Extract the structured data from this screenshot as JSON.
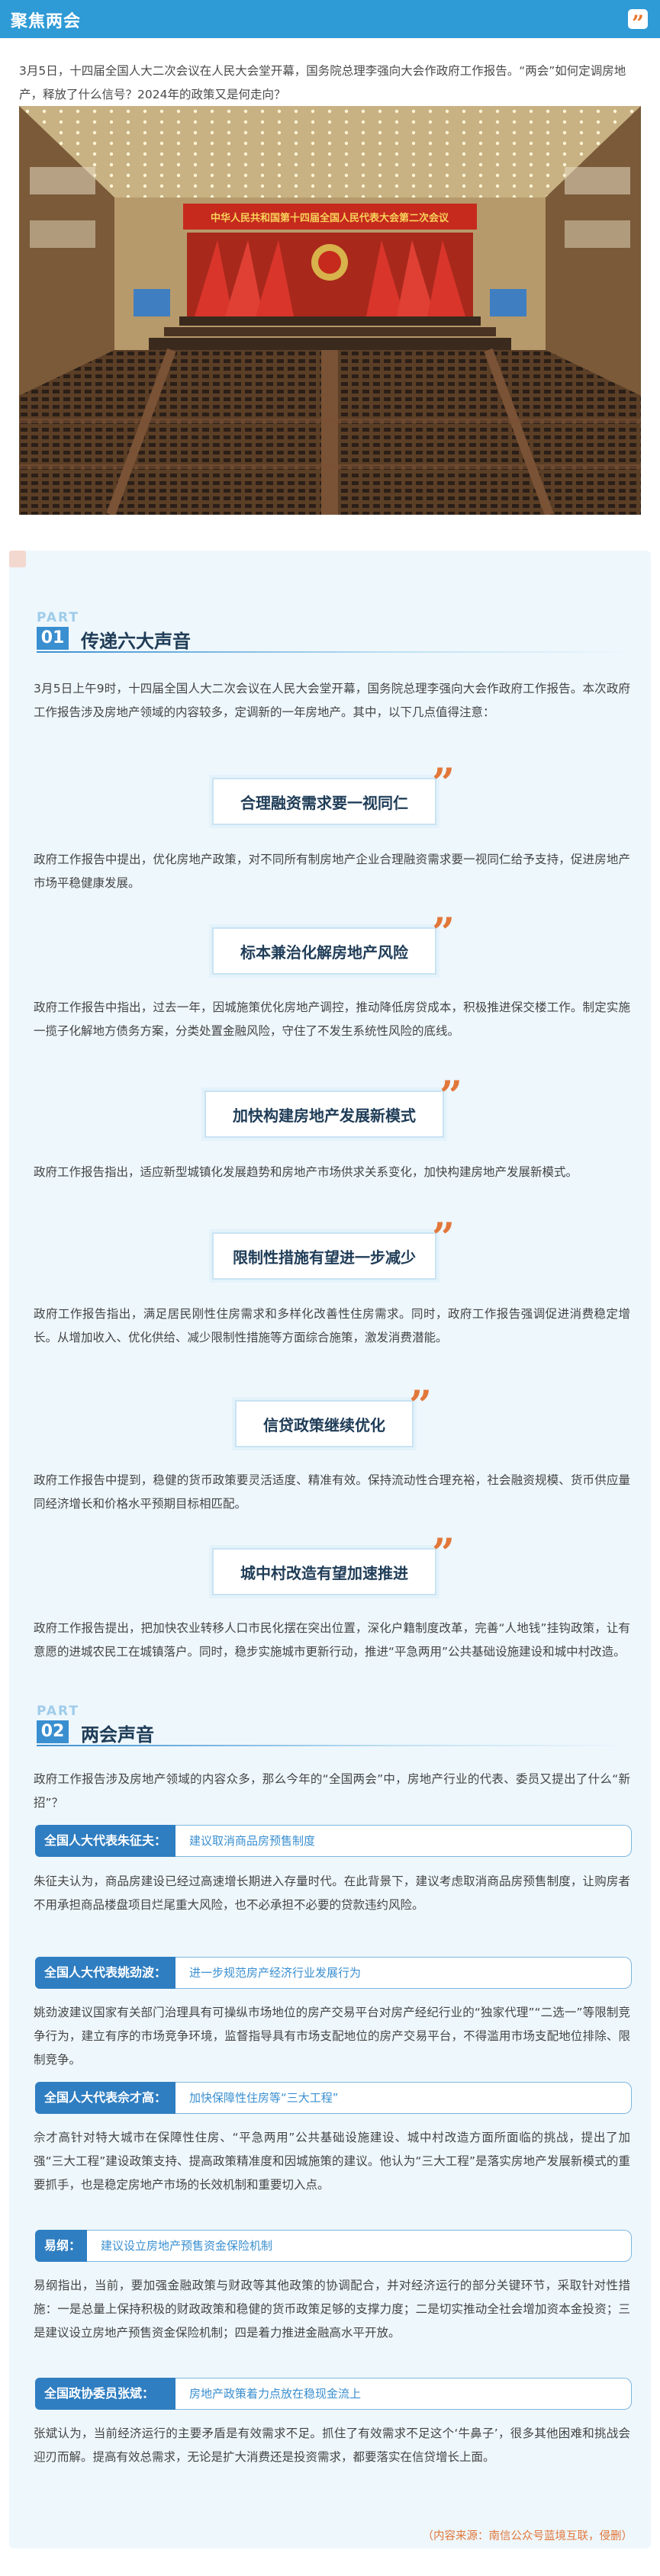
{
  "header": {
    "title": "聚焦两会",
    "quote_mark": "”"
  },
  "intro": "3月5日，十四届全国人大二次会议在人民大会堂开幕，国务院总理李强向大会作政府工作报告。“两会”如何定调房地产，释放了什么信号？2024年的政策又是何走向？",
  "photo": {
    "banner_text": "中华人民共和国第十四届全国人民代表大会第二次会议",
    "colors": {
      "hall": "#5a3b22",
      "banner": "#c62a1d",
      "flags": "#d9352a",
      "seats": "#2d231c"
    }
  },
  "part1": {
    "en": "PART",
    "num": "01",
    "title": "传递六大声音",
    "lead": "3月5日上午9时，十四届全国人大二次会议在人民大会堂开幕，国务院总理李强向大会作政府工作报告。本次政府工作报告涉及房地产领域的内容较多，定调新的一年房地产。其中，以下几点值得注意：",
    "items": [
      {
        "title": "合理融资需求要一视同仁",
        "text": "政府工作报告中提出，优化房地产政策，对不同所有制房地产企业合理融资需求要一视同仁给予支持，促进房地产市场平稳健康发展。"
      },
      {
        "title": "标本兼治化解房地产风险",
        "text": "政府工作报告中指出，过去一年，因城施策优化房地产调控，推动降低房贷成本，积极推进保交楼工作。制定实施一揽子化解地方债务方案，分类处置金融风险，守住了不发生系统性风险的底线。"
      },
      {
        "title": "加快构建房地产发展新模式",
        "text": "政府工作报告指出，适应新型城镇化发展趋势和房地产市场供求关系变化，加快构建房地产发展新模式。"
      },
      {
        "title": "限制性措施有望进一步减少",
        "text": "政府工作报告指出，满足居民刚性住房需求和多样化改善性住房需求。同时，政府工作报告强调促进消费稳定增长。从增加收入、优化供给、减少限制性措施等方面综合施策，激发消费潜能。"
      },
      {
        "title": "信贷政策继续优化",
        "text": "政府工作报告中提到，稳健的货币政策要灵活适度、精准有效。保持流动性合理充裕，社会融资规模、货币供应量同经济增长和价格水平预期目标相匹配。"
      },
      {
        "title": "城中村改造有望加速推进",
        "text": "政府工作报告提出，把加快农业转移人口市民化摆在突出位置，深化户籍制度改革，完善“人地钱”挂钩政策，让有意愿的进城农民工在城镇落户。同时，稳步实施城市更新行动，推进“平急两用”公共基础设施建设和城中村改造。"
      }
    ]
  },
  "part2": {
    "en": "PART",
    "num": "02",
    "title": "两会声音",
    "lead": "政府工作报告涉及房地产领域的内容众多，那么今年的“全国两会”中，房地产行业的代表、委员又提出了什么“新招”？",
    "reps": [
      {
        "who": "全国人大代表朱征夫：",
        "topic": "建议取消商品房预售制度",
        "text": "朱征夫认为，商品房建设已经过高速增长期进入存量时代。在此背景下，建议考虑取消商品房预售制度，让购房者不用承担商品楼盘项目烂尾重大风险，也不必承担不必要的贷款违约风险。"
      },
      {
        "who": "全国人大代表姚劲波：",
        "topic": "进一步规范房产经济行业发展行为",
        "text": "姚劲波建议国家有关部门治理具有可操纵市场地位的房产交易平台对房产经纪行业的“独家代理”“二选一”等限制竞争行为，建立有序的市场竞争环境，监督指导具有市场支配地位的房产交易平台，不得滥用市场支配地位排除、限制竞争。"
      },
      {
        "who": "全国人大代表佘才高：",
        "topic": "加快保障性住房等“三大工程”",
        "text": "佘才高针对特大城市在保障性住房、“平急两用”公共基础设施建设、城中村改造方面所面临的挑战，提出了加强“三大工程”建设政策支持、提高政策精准度和因城施策的建议。他认为“三大工程”是落实房地产发展新模式的重要抓手，也是稳定房地产市场的长效机制和重要切入点。"
      },
      {
        "who": "易纲：",
        "topic": "建议设立房地产预售资金保险机制",
        "text": "易纲指出，当前，要加强金融政策与财政等其他政策的协调配合，并对经济运行的部分关键环节，采取针对性措施：一是总量上保持积极的财政政策和稳健的货币政策足够的支撑力度；二是切实推动全社会增加资本金投资；三是建议设立房地产预售资金保险机制；四是着力推进金融高水平开放。"
      },
      {
        "who": "全国政协委员张斌：",
        "topic": "房地产政策着力点放在稳现金流上",
        "text": "张斌认为，当前经济运行的主要矛盾是有效需求不足。抓住了有效需求不足这个‘牛鼻子’，很多其他困难和挑战会迎刃而解。提高有效总需求，无论是扩大消费还是投资需求，都要落实在信贷增长上面。"
      }
    ]
  },
  "source": "（内容来源：南信公众号蓝境互联，侵删）"
}
